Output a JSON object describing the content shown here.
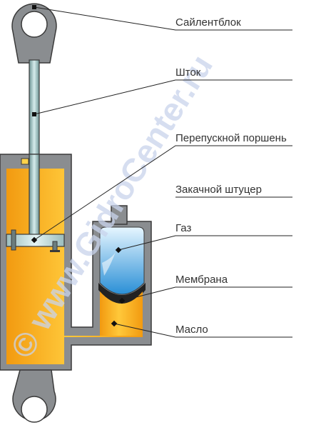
{
  "labels": {
    "silentblock": "Сайлентблок",
    "rod": "Шток",
    "bypass_piston": "Перепускной поршень",
    "charge_fitting": "Закачной штуцер",
    "gas": "Газ",
    "membrane": "Мембрана",
    "oil": "Масло"
  },
  "watermark": "© www.GidroCenter.ru",
  "colors": {
    "body": "#8a8d90",
    "body_stroke": "#3a3a3a",
    "oil": "#f5a216",
    "oil_light": "#ffd24a",
    "gas_top": "#d8f0ff",
    "gas_bottom": "#2a8fd6",
    "membrane": "#222222",
    "rod": "#a8c8c8",
    "leader": "#222222",
    "watermark": "#c9d4ec"
  }
}
